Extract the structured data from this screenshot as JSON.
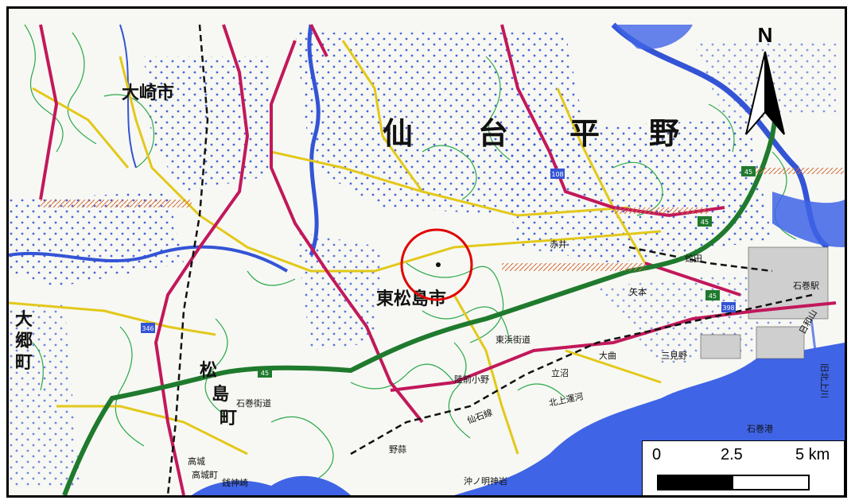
{
  "map": {
    "region_label_chars": [
      "仙",
      "台",
      "平",
      "野"
    ],
    "cities": {
      "higashimatsushima": "東松島市",
      "osaki": "大崎市",
      "matsushima": [
        "松",
        "島",
        "町"
      ],
      "osato": [
        "大",
        "郷",
        "町"
      ]
    },
    "places": {
      "sendai_ishinomaki_line": "仙石線",
      "ishinomaki_port": "石巻港",
      "okinomyojin": "沖ノ明神岩",
      "tatenuma": "立沼",
      "ishinomaki_kaido": "石巻街道",
      "higashihama_kaido": "東浜街道",
      "kitakami_canal": "北上運河",
      "oomagari": "大曲",
      "akai": "赤井",
      "takagi": "高城",
      "kyu_kitakami": "旧北上川",
      "sekijin": "銭神崎",
      "yamoto": "矢本",
      "nobiru": "野蒜",
      "rikuzen_ono": "陸前小野",
      "hebita": "蛇田",
      "mimino": "三見野",
      "takagi_town": "高城町",
      "ishinomaki_st": "石巻駅",
      "hikuma": "日和山"
    },
    "road_shields": [
      "45",
      "45",
      "45",
      "108",
      "398",
      "346",
      "45"
    ]
  },
  "north_arrow": {
    "letter": "N"
  },
  "scale_bar": {
    "labels": [
      "0",
      "2.5",
      "5 km"
    ]
  },
  "marker": {
    "color": "#e00000"
  },
  "colors": {
    "sea": "#3f64e6",
    "national_road": "#c2185b",
    "expressway": "#1f7a2e",
    "prefectural_road": "#e3c81a",
    "contour": "#2aa84a",
    "river": "#3454d6"
  }
}
